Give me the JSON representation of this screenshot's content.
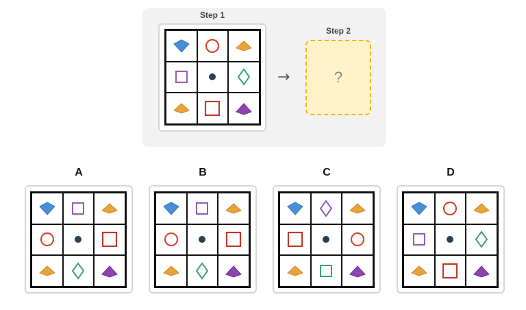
{
  "question": {
    "step1_label": "Step 1",
    "step2_label": "Step 2",
    "arrow": "→",
    "unknown": "?",
    "grid": [
      "blue-pentagon",
      "red-circle",
      "orange-diamond",
      "purple-square",
      "black-dot",
      "teal-diamond",
      "orange-diamond",
      "red-square",
      "purple-pentagon"
    ]
  },
  "options": [
    {
      "label": "A",
      "grid": [
        "blue-pentagon",
        "purple-square",
        "orange-diamond",
        "red-circle",
        "black-dot",
        "red-square",
        "orange-diamond",
        "teal-diamond",
        "purple-pentagon"
      ]
    },
    {
      "label": "B",
      "grid": [
        "blue-pentagon",
        "purple-square",
        "orange-diamond",
        "red-circle",
        "black-dot",
        "red-square",
        "orange-diamond",
        "teal-diamond",
        "purple-pentagon"
      ]
    },
    {
      "label": "C",
      "grid": [
        "blue-pentagon",
        "purple-diamond",
        "orange-diamond",
        "red-square",
        "black-dot",
        "red-circle",
        "orange-diamond",
        "teal-square",
        "purple-pentagon"
      ]
    },
    {
      "label": "D",
      "grid": [
        "blue-pentagon",
        "red-circle",
        "orange-diamond",
        "purple-square",
        "black-dot",
        "teal-diamond",
        "orange-diamond",
        "red-square",
        "purple-pentagon"
      ]
    }
  ],
  "colors": {
    "blue": "#4a90d9",
    "red": "#d9472b",
    "orange": "#e8a33a",
    "orange_dark": "#d97f2e",
    "purple": "#8e44ad",
    "purple_light": "#9b59b6",
    "teal": "#3aa17e",
    "dark": "#2c3e50",
    "dark_red": "#c0392b"
  }
}
